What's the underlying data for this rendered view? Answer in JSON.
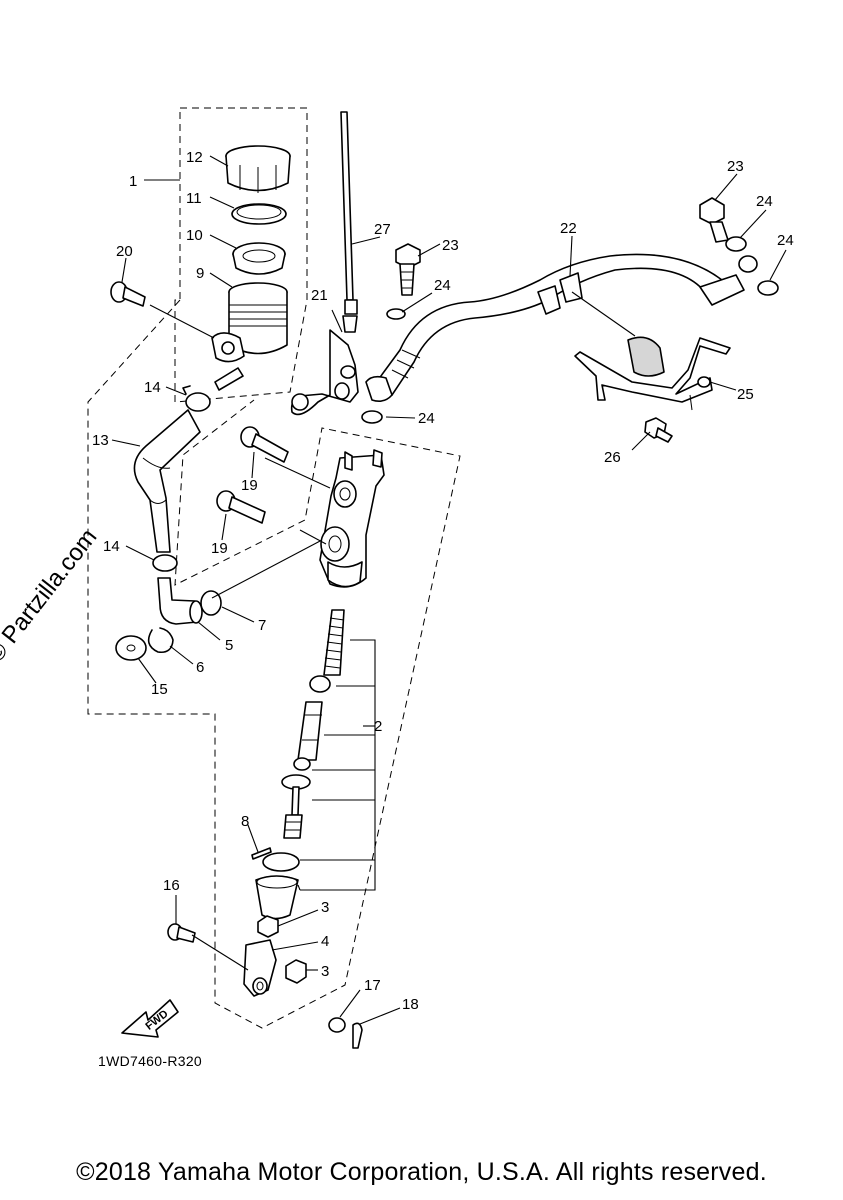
{
  "diagram": {
    "callouts": [
      {
        "id": "c1",
        "text": "1"
      },
      {
        "id": "c2",
        "text": "2"
      },
      {
        "id": "c3a",
        "text": "3"
      },
      {
        "id": "c3b",
        "text": "3"
      },
      {
        "id": "c4",
        "text": "4"
      },
      {
        "id": "c5",
        "text": "5"
      },
      {
        "id": "c6",
        "text": "6"
      },
      {
        "id": "c7",
        "text": "7"
      },
      {
        "id": "c8",
        "text": "8"
      },
      {
        "id": "c9",
        "text": "9"
      },
      {
        "id": "c10",
        "text": "10"
      },
      {
        "id": "c11",
        "text": "11"
      },
      {
        "id": "c12",
        "text": "12"
      },
      {
        "id": "c13",
        "text": "13"
      },
      {
        "id": "c14a",
        "text": "14"
      },
      {
        "id": "c14b",
        "text": "14"
      },
      {
        "id": "c15",
        "text": "15"
      },
      {
        "id": "c16",
        "text": "16"
      },
      {
        "id": "c17",
        "text": "17"
      },
      {
        "id": "c18",
        "text": "18"
      },
      {
        "id": "c19a",
        "text": "19"
      },
      {
        "id": "c19b",
        "text": "19"
      },
      {
        "id": "c20",
        "text": "20"
      },
      {
        "id": "c21",
        "text": "21"
      },
      {
        "id": "c22",
        "text": "22"
      },
      {
        "id": "c23a",
        "text": "23"
      },
      {
        "id": "c23b",
        "text": "23"
      },
      {
        "id": "c24a",
        "text": "24"
      },
      {
        "id": "c24b",
        "text": "24"
      },
      {
        "id": "c24c",
        "text": "24"
      },
      {
        "id": "c24d",
        "text": "24"
      },
      {
        "id": "c25",
        "text": "25"
      },
      {
        "id": "c26",
        "text": "26"
      },
      {
        "id": "c27",
        "text": "27"
      }
    ],
    "fwd_label": "FWD",
    "diagram_code": "1WD7460-R320",
    "watermark": "© Partzilla.com",
    "copyright": "©2018 Yamaha Motor Corporation, U.S.A. All rights reserved."
  }
}
